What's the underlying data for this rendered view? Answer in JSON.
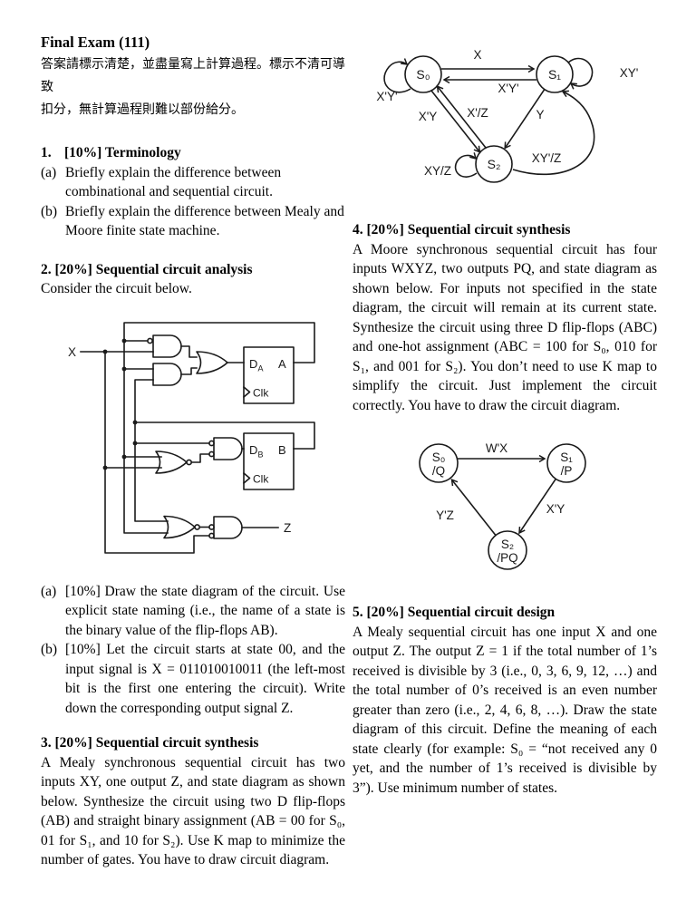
{
  "page": {
    "title": "Final Exam (111)",
    "notice": [
      "答案請標示清楚，並盡量寫上計算過程。標示不清可導致",
      "扣分，無計算過程則難以部份給分。"
    ]
  },
  "q1": {
    "number": "1.",
    "title": "[10%] Terminology",
    "items": [
      {
        "marker": "(a)",
        "text": "Briefly explain the difference between combinational and sequential circuit."
      },
      {
        "marker": "(b)",
        "text": "Briefly explain the difference between Mealy and Moore finite state machine."
      }
    ]
  },
  "q2": {
    "heading": "2. [20%] Sequential circuit analysis",
    "intro": "Consider the circuit below.",
    "circuit": {
      "input_label": "X",
      "output_label": "Z",
      "ffa": {
        "d": "D",
        "d_sub": "A",
        "q": "A",
        "clk": "Clk"
      },
      "ffb": {
        "d": "D",
        "d_sub": "B",
        "q": "B",
        "clk": "Clk"
      }
    },
    "items": [
      {
        "marker": "(a)",
        "text": "[10%] Draw the state diagram of the circuit. Use explicit state naming (i.e., the name of a state is the binary value of the flip-flops AB)."
      },
      {
        "marker": "(b)",
        "text": "[10%] Let the circuit starts at state 00, and the input signal is X = 011010010011 (the left-most bit is the first one entering the circuit). Write down the corresponding output signal Z."
      }
    ]
  },
  "q3": {
    "heading": "3. [20%] Sequential circuit synthesis",
    "body": "A Mealy synchronous sequential circuit has two inputs XY, one output Z, and state diagram as shown below. Synthesize the circuit using two D flip-flops (AB) and straight binary assignment (AB = 00 for S₀, 01 for S₁, and 10 for S₂). Use K map to minimize the number of gates. You have to draw circuit diagram.",
    "diagram": {
      "states": {
        "s0": "S₀",
        "s1": "S₁",
        "s2": "S₂"
      },
      "edges": {
        "s0_self": "X'Y'",
        "s0_to_s1": "X",
        "s1_to_s0": "X'Y'",
        "s1_self": "XY'",
        "s0_to_s2": "X'Y",
        "s2_to_s0": "X'/Z",
        "s1_to_s2": "Y",
        "s2_self": "XY/Z",
        "s2_to_s1": "XY'/Z"
      }
    }
  },
  "q4": {
    "heading": "4. [20%] Sequential circuit synthesis",
    "body": "A Moore synchronous sequential circuit has four inputs WXYZ, two outputs PQ, and state diagram as shown below. For inputs not specified in the state diagram, the circuit will remain at its current state. Synthesize the circuit using three D flip-flops (ABC) and one-hot assignment (ABC = 100 for S₀, 010 for S₁, and 001 for S₂). You don’t need to use K map to simplify the circuit. Just implement the circuit correctly. You have to draw the circuit diagram.",
    "diagram": {
      "states": {
        "s0": "S₀",
        "s0_out": "/Q",
        "s1": "S₁",
        "s1_out": "/P",
        "s2": "S₂",
        "s2_out": "/PQ"
      },
      "edges": {
        "s0_to_s1": "W'X",
        "s1_to_s2": "X'Y",
        "s2_to_s0": "Y'Z"
      }
    }
  },
  "q5": {
    "heading": "5. [20%] Sequential circuit design",
    "body": "A Mealy sequential circuit has one input X and one output Z. The output Z = 1 if the total number of 1’s received is divisible by 3 (i.e., 0, 3, 6, 9, 12, …) and the total number of 0’s received is an even number greater than zero (i.e., 2, 4, 6, 8, …). Draw the state diagram of this circuit. Define the meaning of each state clearly (for example: S₀ = “not received any 0 yet, and the number of 1’s received is divisible by 3”). Use minimum number of states."
  }
}
